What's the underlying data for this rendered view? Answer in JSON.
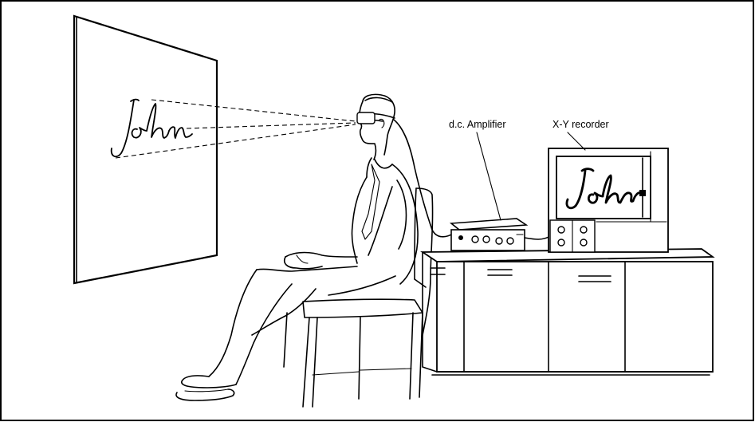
{
  "labels": {
    "amplifier": "d.c. Amplifier",
    "recorder": "X-Y recorder"
  },
  "handwriting": {
    "projected_word": "John",
    "recorded_word": "John"
  }
}
